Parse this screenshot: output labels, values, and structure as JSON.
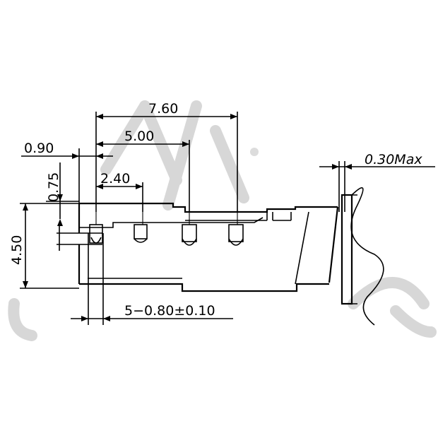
{
  "drawing": {
    "dimensions": {
      "overall_pitch_span": "7.60",
      "pin_span": "5.00",
      "offset_small": "0.90",
      "offset_vertical": "0.75",
      "first_pitch": "2.40",
      "height": "4.50",
      "pin_spec": "5−0.80±0.10",
      "panel_thickness": "0.30Max"
    }
  }
}
